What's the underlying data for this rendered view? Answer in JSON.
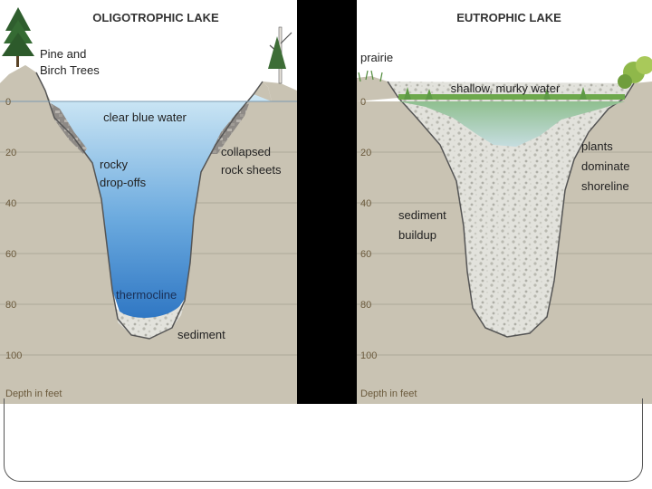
{
  "colors": {
    "sky": "#ffffff",
    "ground": "#c9c3b3",
    "gridline": "#9a9688",
    "clear_water_top": "#bfe0f2",
    "clear_water_bottom": "#2f7fc9",
    "murky_water": "#a8cbb0",
    "sediment": "#dcdcd6",
    "divider": "#000000",
    "label_text": "#222222",
    "depth_text": "#6b5a3c"
  },
  "left_panel": {
    "title": "OLIGOTROPHIC LAKE",
    "labels": {
      "trees": [
        "Pine and",
        "Birch Trees"
      ],
      "water": "clear blue water",
      "dropoffs": [
        "rocky",
        "drop-offs"
      ],
      "rocks": [
        "collapsed",
        "rock sheets"
      ],
      "thermocline": "thermocline",
      "sediment": "sediment"
    },
    "depth_ticks": [
      "0",
      "20",
      "40",
      "60",
      "80",
      "100"
    ],
    "depth_caption": "Depth in feet"
  },
  "right_panel": {
    "title": "EUTROPHIC LAKE",
    "labels": {
      "prairie": "prairie",
      "water": "shallow, murky water",
      "plants": [
        "plants",
        "dominate",
        "shoreline"
      ],
      "sediment": [
        "sediment",
        "buildup"
      ]
    },
    "depth_ticks": [
      "0",
      "20",
      "40",
      "60",
      "80",
      "100"
    ],
    "depth_caption": "Depth in feet"
  }
}
